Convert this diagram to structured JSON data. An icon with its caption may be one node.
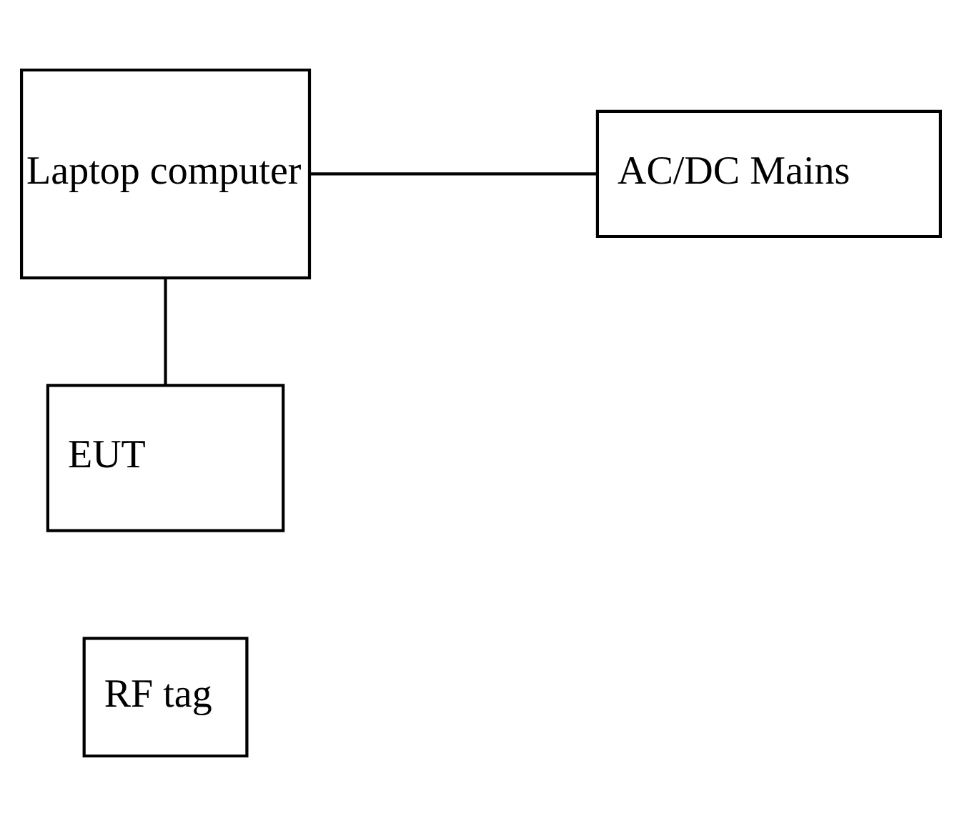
{
  "diagram": {
    "nodes": [
      {
        "text": [
          "Laptop computer"
        ]
      },
      {
        "text": [
          "AC/DC Mains"
        ]
      },
      {
        "text": [
          "EUT"
        ]
      },
      {
        "text": [
          "RF tag"
        ]
      }
    ],
    "edges": [
      {
        "from": 0,
        "to": 1,
        "arrow": "none"
      },
      {
        "from": 0,
        "to": 2,
        "arrow": "none"
      }
    ]
  }
}
